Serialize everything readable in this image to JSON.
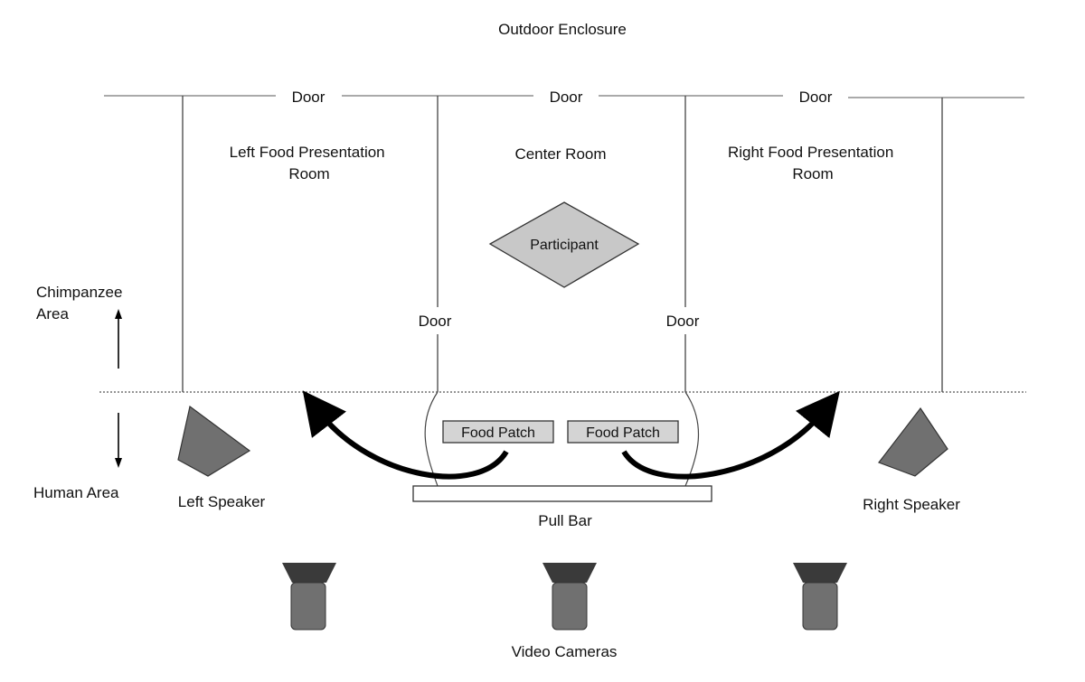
{
  "diagram": {
    "title": "Outdoor Enclosure",
    "doors": {
      "top_left": "Door",
      "top_center": "Door",
      "top_right": "Door",
      "inner_left": "Door",
      "inner_right": "Door"
    },
    "rooms": {
      "left": [
        "Left Food Presentation",
        "Room"
      ],
      "center": "Center Room",
      "right": [
        "Right Food Presentation",
        "Room"
      ]
    },
    "participant": "Participant",
    "areas": {
      "chimpanzee": [
        "Chimpanzee",
        "Area"
      ],
      "human": "Human Area"
    },
    "food_patches": [
      "Food Patch",
      "Food Patch"
    ],
    "pull_bar": "Pull Bar",
    "speakers": {
      "left": "Left Speaker",
      "right": "Right Speaker"
    },
    "cameras": "Video Cameras",
    "colors": {
      "line": "#333333",
      "shape_fill": "#707070",
      "participant_fill": "#c8c8c8",
      "patch_fill": "#d4d4d4",
      "camera_top": "#3a3a3a",
      "arrow": "#000000"
    }
  }
}
